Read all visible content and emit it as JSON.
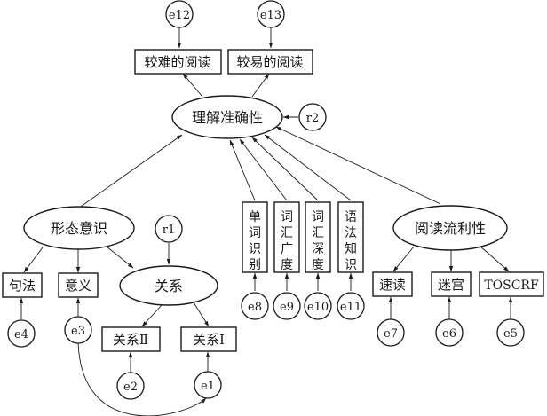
{
  "latent": {
    "comprehension": "理解准确性",
    "morphology": "形态意识",
    "relation": "关系",
    "fluency": "阅读流利性"
  },
  "observed": {
    "hard_reading": "较难的阅读",
    "easy_reading": "较易的阅读",
    "syntax": "句法",
    "meaning": "意义",
    "relation_2": "关系Ⅱ",
    "relation_1": "关系Ⅰ",
    "single_word": [
      "单",
      "词",
      "识",
      "别"
    ],
    "vocab_breadth": [
      "词",
      "汇",
      "广",
      "度"
    ],
    "vocab_depth": [
      "词",
      "汇",
      "深",
      "度"
    ],
    "grammar": [
      "语",
      "法",
      "知",
      "识"
    ],
    "speed_reading": "速读",
    "maze": "迷宫",
    "toscrf": "TOSCRF"
  },
  "errors": {
    "e1": "e1",
    "e2": "e2",
    "e3": "e3",
    "e4": "e4",
    "e5": "e5",
    "e6": "e6",
    "e7": "e7",
    "e8": "e8",
    "e9": "e9",
    "e10": "e10",
    "e11": "e11",
    "e12": "e12",
    "e13": "e13",
    "r1": "r1",
    "r2": "r2"
  },
  "colors": {
    "ink": "#1a1a1a",
    "background": "#ffffff"
  }
}
